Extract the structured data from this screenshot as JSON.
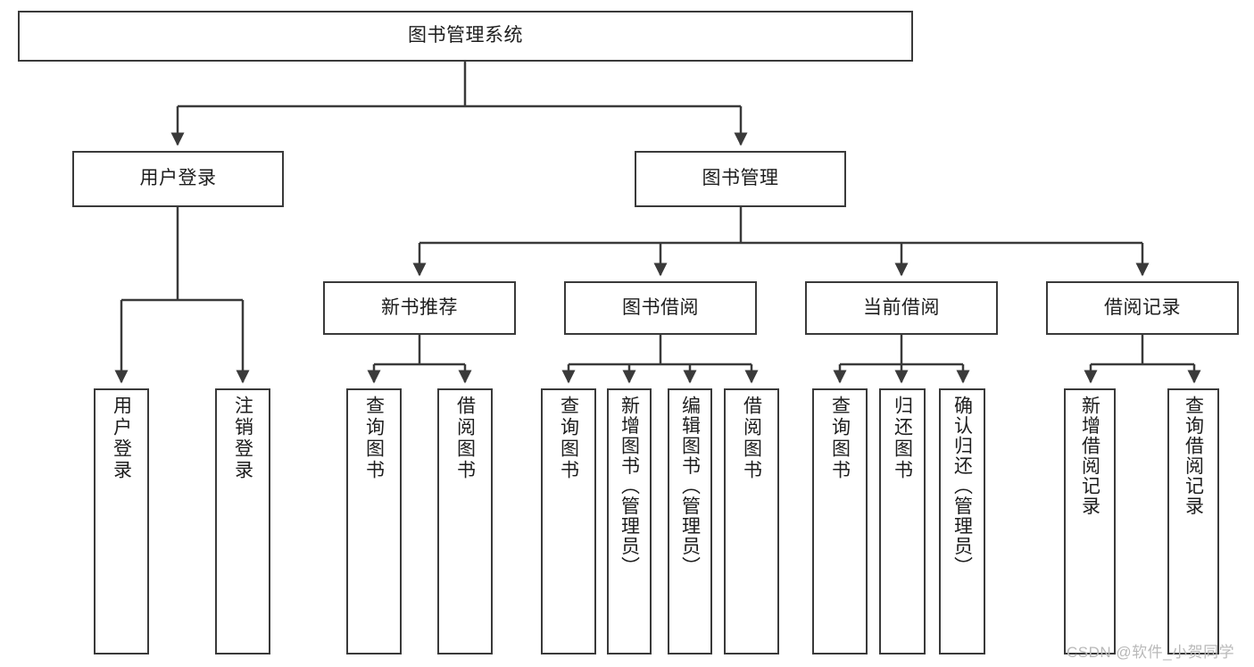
{
  "diagram": {
    "type": "tree-hierarchy",
    "title": "图书管理系统",
    "watermark": "CSDN @软件_小贺同学",
    "colors": {
      "stroke": "#3a3a3a",
      "fill": "#ffffff",
      "text": "#1d1d1d",
      "watermark": "#b9b9b9"
    },
    "nodes": {
      "root": {
        "label": "图书管理系统"
      },
      "level2": [
        {
          "id": "user-login",
          "label": "用户登录"
        },
        {
          "id": "book-management",
          "label": "图书管理"
        }
      ],
      "level3": [
        {
          "id": "new-book-recommend",
          "label": "新书推荐"
        },
        {
          "id": "book-borrow",
          "label": "图书借阅"
        },
        {
          "id": "current-borrow",
          "label": "当前借阅"
        },
        {
          "id": "borrow-record",
          "label": "借阅记录"
        }
      ],
      "leaves": {
        "user_login": [
          {
            "id": "leaf-user-login",
            "label": "用户登录"
          },
          {
            "id": "leaf-logout-login",
            "label": "注销登录"
          }
        ],
        "new_book_recommend": [
          {
            "id": "leaf-query-book-1",
            "label": "查询图书"
          },
          {
            "id": "leaf-borrow-book-1",
            "label": "借阅图书"
          }
        ],
        "book_borrow": [
          {
            "id": "leaf-query-book-2",
            "label": "查询图书"
          },
          {
            "id": "leaf-add-book",
            "label": "新增图书（管理员）"
          },
          {
            "id": "leaf-edit-book",
            "label": "编辑图书（管理员）"
          },
          {
            "id": "leaf-borrow-book-2",
            "label": "借阅图书"
          }
        ],
        "current_borrow": [
          {
            "id": "leaf-query-book-3",
            "label": "查询图书"
          },
          {
            "id": "leaf-return-book",
            "label": "归还图书"
          },
          {
            "id": "leaf-confirm-return",
            "label": "确认归还（管理员）"
          }
        ],
        "borrow_record": [
          {
            "id": "leaf-add-record",
            "label": "新增借阅记录"
          },
          {
            "id": "leaf-query-record",
            "label": "查询借阅记录"
          }
        ]
      }
    }
  }
}
